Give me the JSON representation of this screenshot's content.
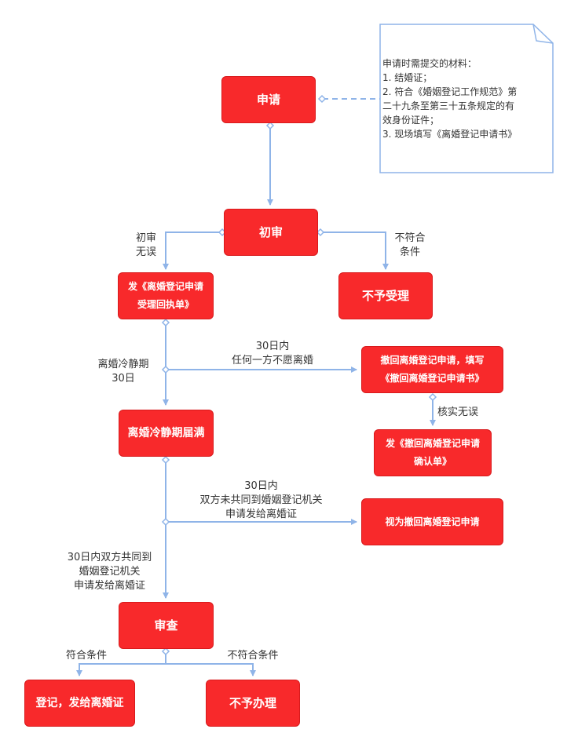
{
  "boxes": {
    "apply": "申请",
    "initial_review": "初审",
    "issue_receipt_line1": "发《离婚登记申请",
    "issue_receipt_line2": "受理回执单》",
    "reject_accept": "不予受理",
    "withdraw_line1": "撤回离婚登记申请，填写",
    "withdraw_line2": "《撤回离婚登记申请书》",
    "cooling_end": "离婚冷静期届满",
    "withdraw_confirm_line1": "发《撤回离婚登记申请",
    "withdraw_confirm_line2": "确认单》",
    "deemed_withdraw": "视为撤回离婚登记申请",
    "examine": "审查",
    "register": "登记，发给离婚证",
    "reject_handle": "不予办理"
  },
  "labels": {
    "initial_ok_line1": "初审",
    "initial_ok_line2": "无误",
    "not_meet_line1": "不符合",
    "not_meet_line2": "条件",
    "cooling_line1": "离婚冷静期",
    "cooling_line2": "30日",
    "within30_a_line1": "30日内",
    "within30_a_line2": "任何一方不愿离婚",
    "verified": "核实无误",
    "within30_b_line1": "30日内",
    "within30_b_line2": "双方未共同到婚姻登记机关",
    "within30_b_line3": "申请发给离婚证",
    "joint_line1": "30日内双方共同到",
    "joint_line2": "婚姻登记机关",
    "joint_line3": "申请发给离婚证",
    "qualified": "符合条件",
    "not_qualified": "不符合条件"
  },
  "note": {
    "line1": "申请时需提交的材料：",
    "line2": "1. 结婚证；",
    "line3": "2. 符合《婚姻登记工作规范》第",
    "line4": "二十九条至第三十五条规定的有",
    "line5": "效身份证件；",
    "line6": "3. 现场填写《离婚登记申请书》"
  },
  "colors": {
    "box_fill": "#f8292b",
    "connector": "#8fb4e8",
    "note_border": "#8fb4e8"
  }
}
